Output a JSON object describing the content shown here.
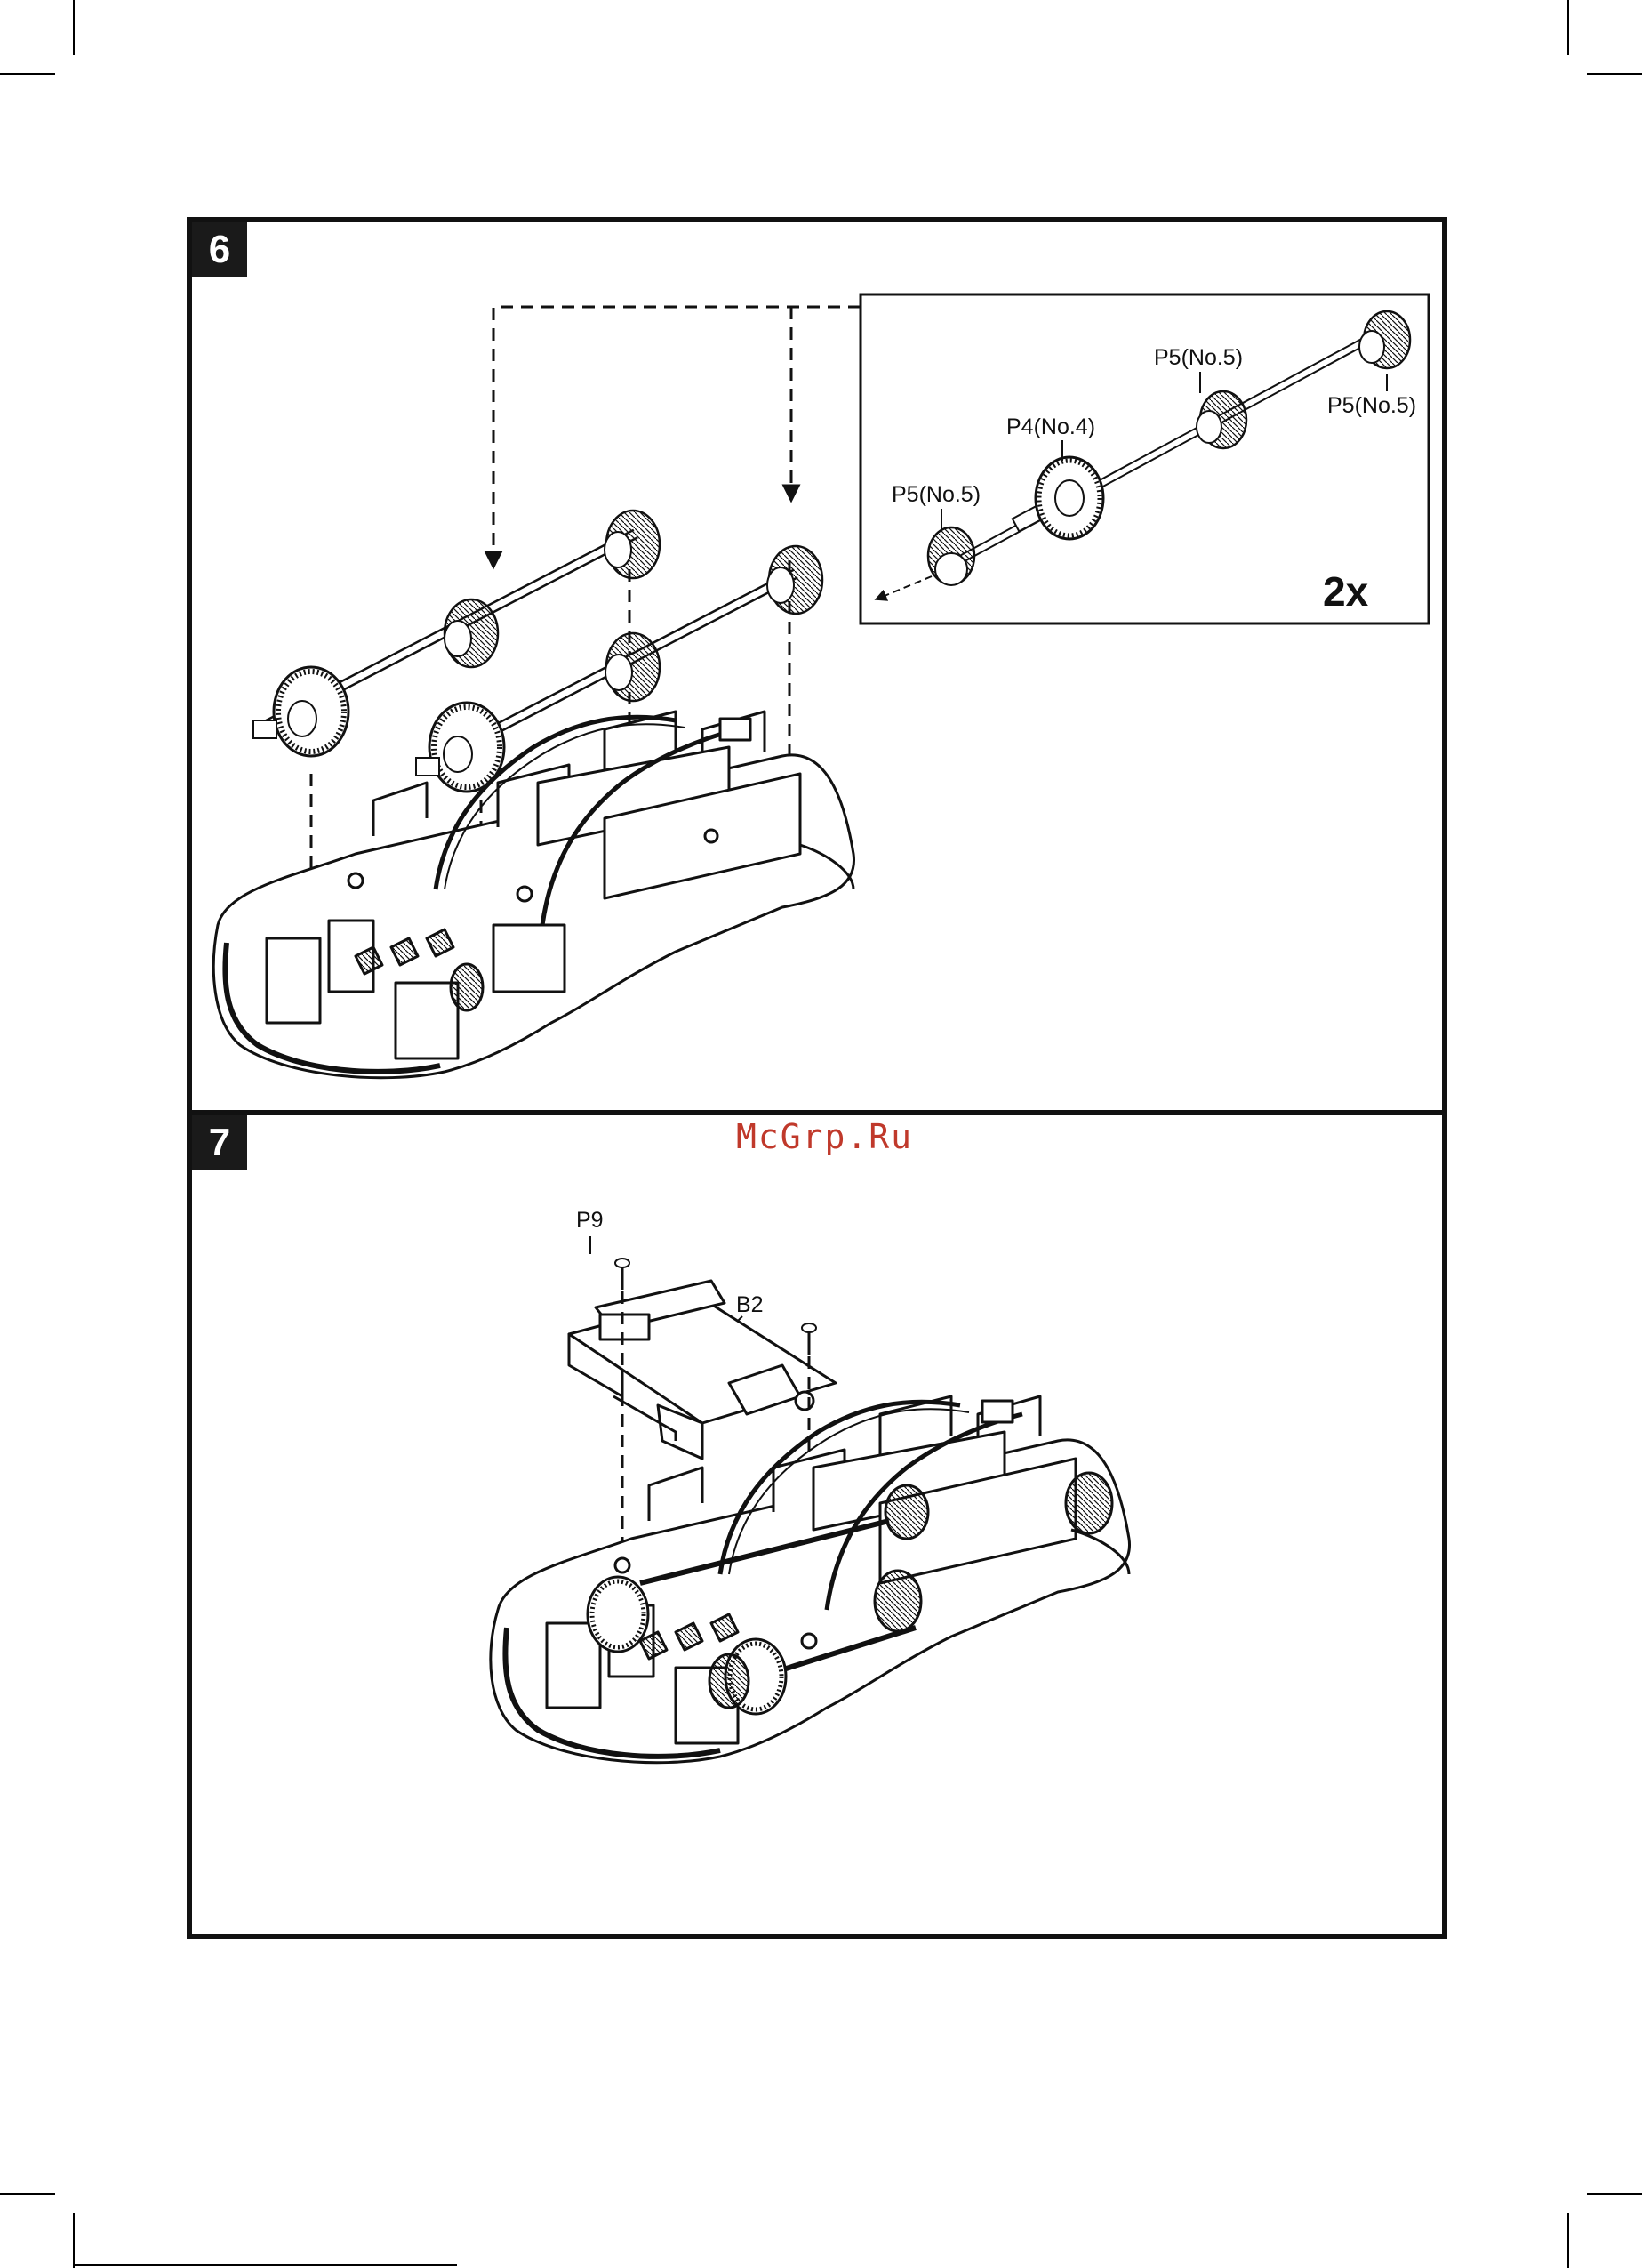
{
  "watermark": "McGrp.Ru",
  "step6": {
    "number": "6",
    "inset": {
      "labels": {
        "p5_left": "P5(No.5)",
        "p4": "P4(No.4)",
        "p5_mid": "P5(No.5)",
        "p5_right": "P5(No.5)"
      },
      "quantity": "2x"
    }
  },
  "step7": {
    "number": "7",
    "labels": {
      "p9": "P9",
      "b2": "B2"
    }
  },
  "colors": {
    "line": "#111111",
    "watermark": "#c0392b"
  }
}
